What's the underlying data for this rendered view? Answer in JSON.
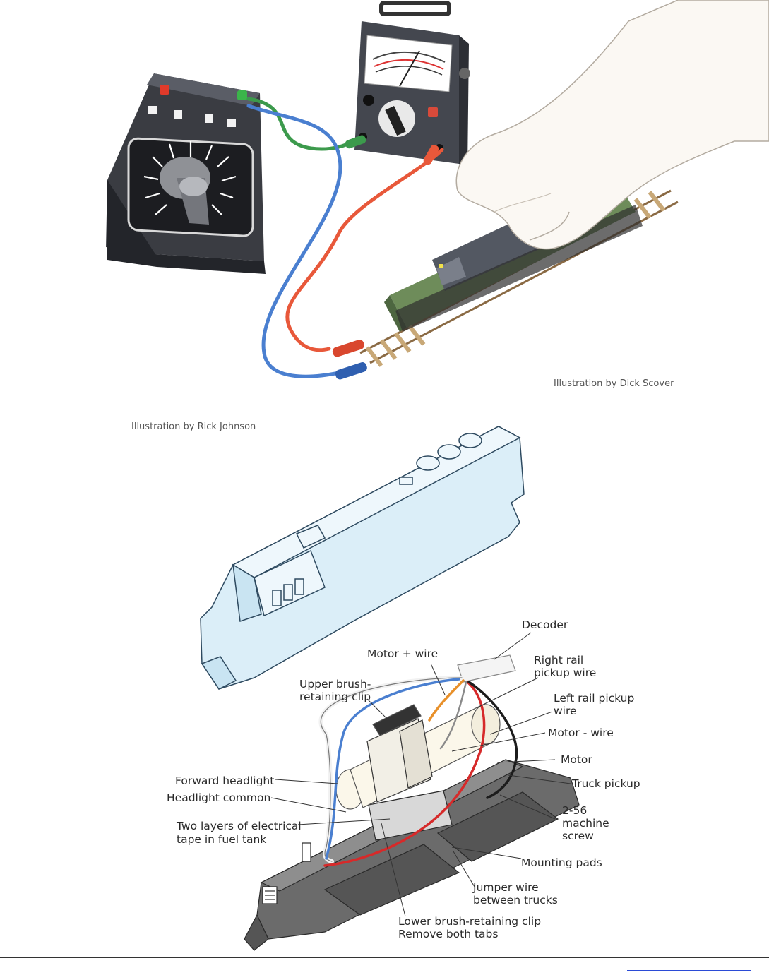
{
  "credits": {
    "top": "Illustration by Dick Scover",
    "bottom": "Illustration by Rick Johnson"
  },
  "labels": {
    "decoder": "Decoder",
    "motor_plus_wire": "Motor + wire",
    "right_rail_1": "Right rail",
    "right_rail_2": "pickup wire",
    "upper_brush_1": "Upper brush-",
    "upper_brush_2": "retaining clip",
    "left_rail_1": "Left rail pickup",
    "left_rail_2": "wire",
    "motor_minus_wire": "Motor - wire",
    "motor": "Motor",
    "forward_headlight": "Forward headlight",
    "truck_pickup": "Truck pickup",
    "headlight_common": "Headlight common",
    "screw_1": "2-56",
    "screw_2": "machine",
    "screw_3": "screw",
    "tape_1": "Two layers of electrical",
    "tape_2": "tape in fuel tank",
    "mounting_pads": "Mounting pads",
    "jumper_1": "Jumper wire",
    "jumper_2": "between trucks",
    "lower_brush_1": "Lower brush-retaining clip",
    "lower_brush_2": "Remove both tabs"
  },
  "colors": {
    "wire_red": "#e8583a",
    "wire_blue": "#4a7fd0",
    "wire_green": "#3c9a4c",
    "shell_blue": "#dbeef8",
    "chassis_gray": "#6b6b6b",
    "loco_green": "#6e8c5a"
  }
}
